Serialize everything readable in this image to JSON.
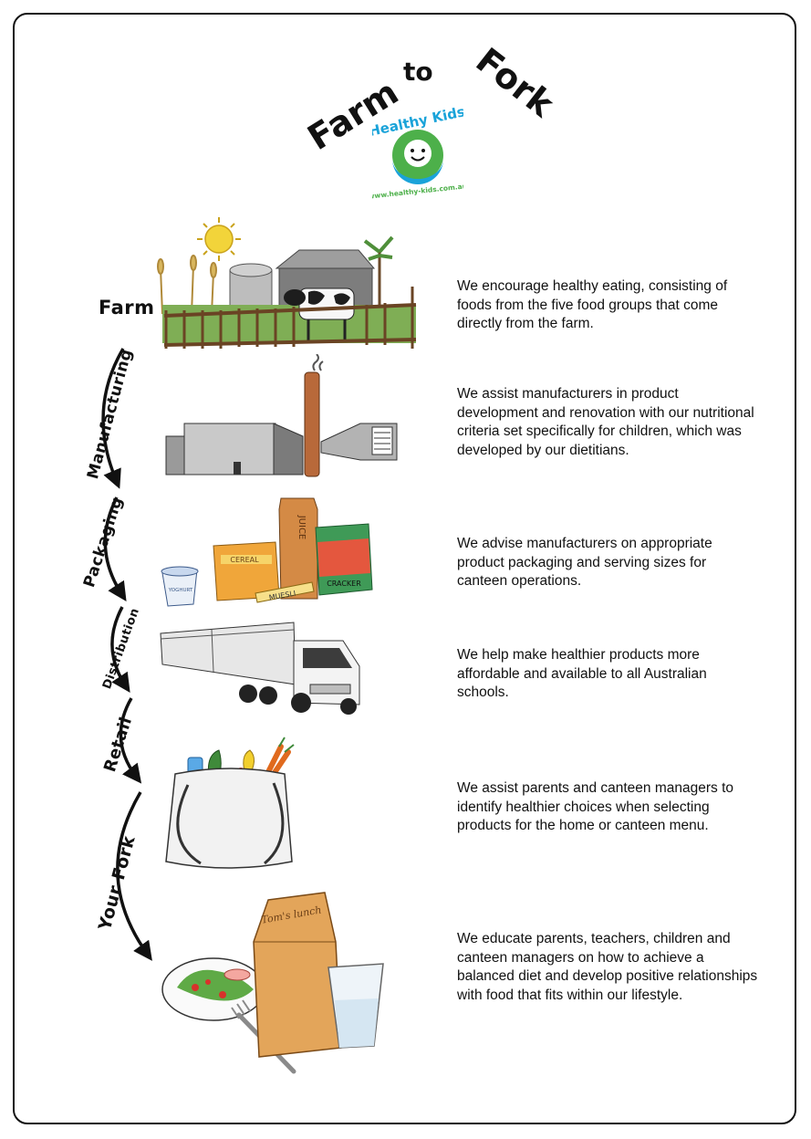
{
  "title": {
    "word1": "Farm",
    "word2": "to",
    "word3": "Fork"
  },
  "logo": {
    "brand": "Healthy Kids",
    "url": "www.healthy-kids.com.au"
  },
  "stages": [
    {
      "label": "Farm",
      "description": "We encourage healthy eating, consisting of foods from the five food groups that come directly from the farm."
    },
    {
      "label": "Manufacturing",
      "description": "We assist manufacturers in product development and renovation with our nutritional criteria set specifically for children, which was developed by our dietitians."
    },
    {
      "label": "Packaging",
      "description": "We advise manufacturers on appropriate product packaging and serving sizes for canteen operations."
    },
    {
      "label": "Distribution",
      "description": "We help make healthier products more affordable and available to all Australian schools."
    },
    {
      "label": "Retail",
      "description": "We assist parents and canteen managers to identify healthier choices when selecting products for the home or canteen menu."
    },
    {
      "label": "Your Fork",
      "description": "We educate parents, teachers, children and canteen managers on how to achieve a balanced diet and develop positive relationships with food that fits within our lifestyle."
    }
  ],
  "illustration_text": {
    "cereal": "CEREAL",
    "juice": "JUICE",
    "muesli": "MUESLI",
    "cracker": "CRACKER",
    "yoghurt": "YOGHURT",
    "lunch_bag": "Tom's lunch"
  },
  "colors": {
    "border": "#111111",
    "logo_blue": "#1aa3d9",
    "logo_green": "#4db04a",
    "wood": "#8a5a32",
    "grass": "#6ea34a"
  }
}
